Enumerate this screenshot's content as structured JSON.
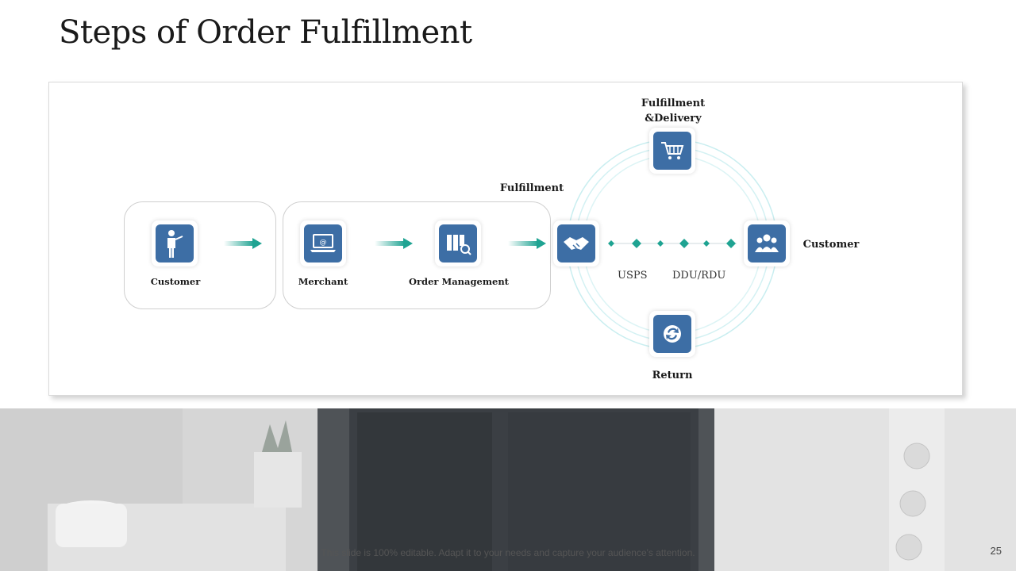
{
  "slide": {
    "title": "Steps of Order Fulfillment",
    "footer": "This slide is 100% editable. Adapt it to your needs and capture your audience's attention.",
    "page_number": "25"
  },
  "flow": {
    "customer_left": {
      "label": "Customer",
      "icon": "person-presenting-icon"
    },
    "merchant": {
      "label": "Merchant",
      "icon": "laptop-email-icon"
    },
    "order_management": {
      "label": "Order Management",
      "icon": "binders-search-icon"
    },
    "fulfillment": {
      "label": "Fulfillment",
      "icon": "handshake-icon"
    },
    "fulfillment_delivery": {
      "label_line1": "Fulfillment",
      "label_line2": "&Delivery",
      "icon": "shopping-cart-icon"
    },
    "customer_right": {
      "label": "Customer",
      "icon": "users-group-icon"
    },
    "return": {
      "label": "Return",
      "icon": "refresh-cycle-icon"
    },
    "carrier_left": "USPS",
    "carrier_right": "DDU/RDU"
  },
  "colors": {
    "icon_blue": "#3d6ea5",
    "teal_accent": "#1fa392",
    "ring_light": "#c9eef0"
  }
}
